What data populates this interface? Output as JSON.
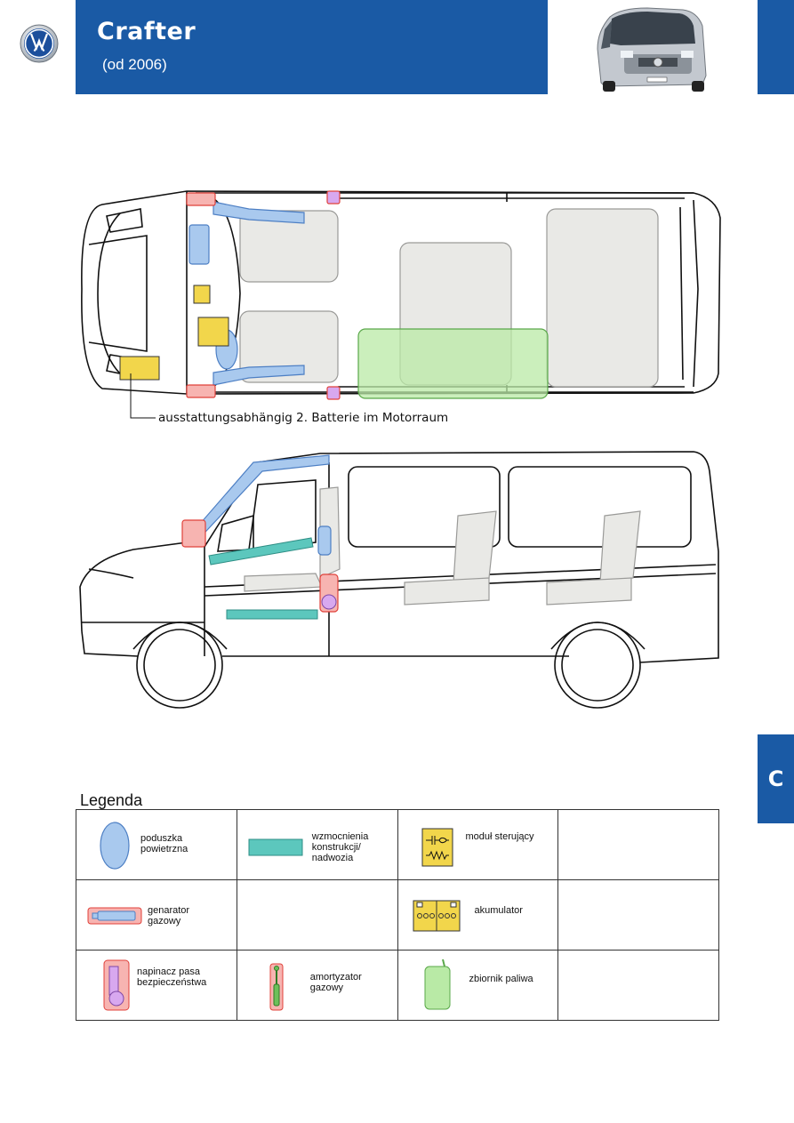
{
  "header": {
    "title": "Crafter",
    "subtitle": "(od 2006)"
  },
  "section_tab": "C",
  "diagram": {
    "note": "ausstattungsabhängig 2. Batterie im Motorraum"
  },
  "legend": {
    "title": "Legenda",
    "items": {
      "airbag": "poduszka\npowietrzna",
      "reinforcement": "wzmocnienia\nkonstrukcji/\nnadwozia",
      "control_module": "moduł sterujący",
      "gas_generator": "genarator\ngazowy",
      "battery": "akumulator",
      "seatbelt_tensioner": "napinacz pasa\nbezpieczeństwa",
      "gas_strut": "amortyzator\ngazowy",
      "fuel_tank": "zbiornik paliwa"
    }
  },
  "colors": {
    "brand_blue": "#1a5aa5",
    "airbag": "#a9c9ee",
    "reinforcement": "#5cc7bd",
    "module": "#f2d64b",
    "fuel_tank": "#b9eaa6",
    "tensioner": "#d8a8ef",
    "highlight_red": "#e0413a"
  }
}
